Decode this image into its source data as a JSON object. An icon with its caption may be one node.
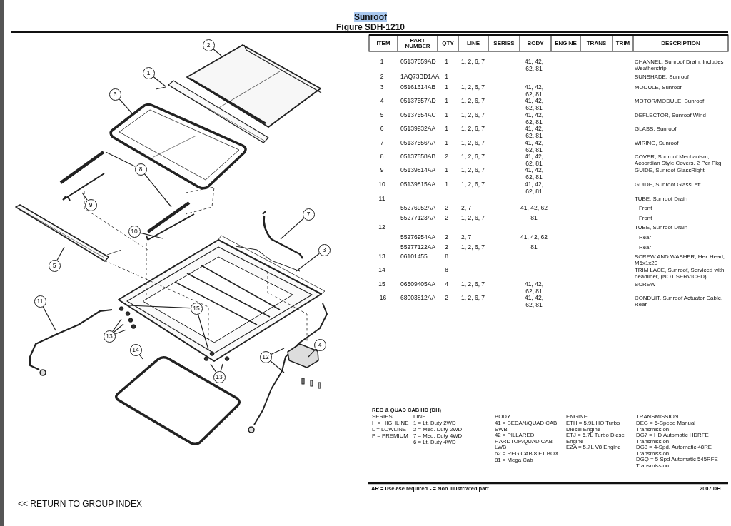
{
  "diagram": {
    "title": "Sunroof",
    "nodes": [
      {
        "text": [
          "2"
        ]
      },
      {
        "text": [
          "1"
        ]
      },
      {
        "text": [
          "6"
        ]
      },
      {
        "text": [
          "8"
        ]
      },
      {
        "text": [
          "9"
        ]
      },
      {
        "text": [
          "7"
        ]
      },
      {
        "text": [
          "10"
        ]
      },
      {
        "text": [
          "3"
        ]
      },
      {
        "text": [
          "5"
        ]
      },
      {
        "text": [
          "11"
        ]
      },
      {
        "text": [
          "15"
        ]
      },
      {
        "text": [
          "13"
        ]
      },
      {
        "text": [
          "4"
        ]
      },
      {
        "text": [
          "14"
        ]
      },
      {
        "text": [
          "12"
        ]
      },
      {
        "text": [
          "13"
        ]
      }
    ],
    "edges": [
      {
        "from": 0,
        "to": null,
        "arrow": "none"
      },
      {
        "from": 1,
        "to": null,
        "arrow": "none"
      },
      {
        "from": 2,
        "to": null,
        "arrow": "none"
      },
      {
        "from": 3,
        "to": null,
        "arrow": "none"
      },
      {
        "from": 3,
        "to": null,
        "arrow": "none"
      },
      {
        "from": 4,
        "to": null,
        "arrow": "none"
      },
      {
        "from": 5,
        "to": null,
        "arrow": "none"
      },
      {
        "from": 6,
        "to": null,
        "arrow": "none"
      },
      {
        "from": 7,
        "to": null,
        "arrow": "none"
      },
      {
        "from": 8,
        "to": null,
        "arrow": "none"
      },
      {
        "from": 9,
        "to": null,
        "arrow": "none"
      },
      {
        "from": 10,
        "to": null,
        "arrow": "none"
      },
      {
        "from": 10,
        "to": null,
        "arrow": "none"
      },
      {
        "from": 11,
        "to": null,
        "arrow": "none"
      },
      {
        "from": 11,
        "to": null,
        "arrow": "none"
      },
      {
        "from": 11,
        "to": null,
        "arrow": "none"
      },
      {
        "from": 12,
        "to": null,
        "arrow": "none"
      },
      {
        "from": 13,
        "to": null,
        "arrow": "none"
      },
      {
        "from": 14,
        "to": null,
        "arrow": "none"
      },
      {
        "from": 14,
        "to": null,
        "arrow": "none"
      },
      {
        "from": 15,
        "to": null,
        "arrow": "none"
      },
      {
        "from": 15,
        "to": null,
        "arrow": "none"
      }
    ],
    "labels": [
      "Figure SDH-1210",
      "ITEM",
      "PART NUMBER",
      "QTY",
      "LINE",
      "SERIES",
      "BODY",
      "ENGINE",
      "TRANS",
      "TRIM",
      "DESCRIPTION",
      "1",
      "05137559AD",
      "1",
      "1, 2, 6, 7",
      "41, 42, 62, 81",
      "CHANNEL, Sunroof Drain, Includes Weatherstrip",
      "2",
      "1AQ73BD1AA",
      "1",
      "SUNSHADE, Sunroof",
      "3",
      "05161614AB",
      "1",
      "1, 2, 6, 7",
      "41, 42, 62, 81",
      "MODULE, Sunroof",
      "4",
      "05137557AD",
      "1",
      "1, 2, 6, 7",
      "41, 42, 62, 81",
      "MOTOR/MODULE, Sunroof",
      "5",
      "05137554AC",
      "1",
      "1, 2, 6, 7",
      "41, 42, 62, 81",
      "DEFLECTOR, Sunroof Wind",
      "6",
      "05139932AA",
      "1",
      "1, 2, 6, 7",
      "41, 42, 62, 81",
      "GLASS, Sunroof",
      "7",
      "05137556AA",
      "1",
      "1, 2, 6, 7",
      "41, 42, 62, 81",
      "WIRING, Sunroof",
      "8",
      "05137558AB",
      "2",
      "1, 2, 6, 7",
      "41, 42, 62, 81",
      "COVER, Sunroof Mechanism, Acoordian Style Covers. 2 Per Pkg",
      "9",
      "05139814AA",
      "1",
      "1, 2, 6, 7",
      "41, 42, 62, 81",
      "GUIDE, Sunroof GlassRight",
      "10",
      "05139815AA",
      "1",
      "1, 2, 6, 7",
      "41, 42, 62, 81",
      "GUIDE, Sunroof GlassLeft",
      "11",
      "TUBE, Sunroof Drain",
      "55276952AA",
      "2",
      "2, 7",
      "41, 42, 62",
      "Front",
      "55277123AA",
      "2",
      "1, 2, 6, 7",
      "81",
      "Front",
      "12",
      "TUBE, Sunroof Drain",
      "55276954AA",
      "2",
      "2, 7",
      "41, 42, 62",
      "Rear",
      "55277122AA",
      "2",
      "1, 2, 6, 7",
      "81",
      "Rear",
      "13",
      "06101455",
      "8",
      "SCREW AND WASHER, Hex Head, M6x1x20",
      "14",
      "8",
      "TRIM LACE, Sunroof, Serviced with headliner, (NOT SERVICED)",
      "15",
      "06509405AA",
      "4",
      "1, 2, 6, 7",
      "41, 42, 62, 81",
      "SCREW",
      "-16",
      "68003812AA",
      "2",
      "1, 2, 6, 7",
      "41, 42, 62, 81",
      "CONDUIT, Sunroof Actuator Cable, Rear",
      "REG & QUAD CAB HD (DH)",
      "SERIES",
      "H = HIGHLINE",
      "L = LOWLINE",
      "P = PREMIUM",
      "LINE",
      "1 = Lt. Duty 2WD",
      "2 = Med. Duty 2WD",
      "7 = Med. Duty 4WD",
      "6 = Lt. Duty 4WD",
      "BODY",
      "41 = SEDAN/QUAD CAB SWB",
      "42 =  PILLARED HARDTOP/QUAD CAB LWB",
      "62 = REG CAB 8 FT BOX",
      "81 = Mega Cab",
      "ENGINE",
      "ETH = 5.9L HO Turbo Diesel Engine",
      "ETJ = 6.7L Turbo Diesel Engine",
      "EZA = 5.7L V8 Engine",
      "TRANSMISSION",
      "DEG = 6-Speed Manual Transmission",
      "DG7 = HD Automatic HDRFE Transmission",
      "DG8 = 4-Spd.  Automatic 48RE Transmission",
      "DGQ = 5-Spd Automatic 545RFE Transmission",
      "AR = use ase required",
      "- = Non illustrrated part",
      "2007 DH",
      "<< RETURN TO GROUP INDEX"
    ]
  }
}
